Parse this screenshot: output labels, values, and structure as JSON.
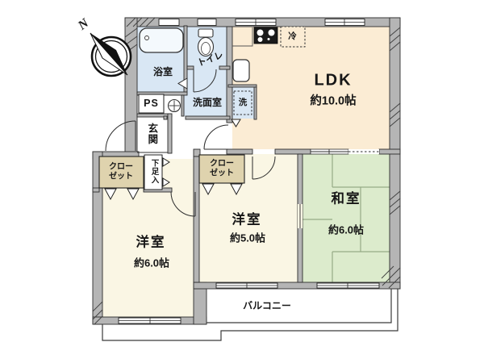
{
  "plan": {
    "compass_north": "N",
    "ldk": {
      "name": "LDK",
      "size": "約10.0帖"
    },
    "western_room_1": {
      "name": "洋室",
      "size": "約6.0帖"
    },
    "western_room_2": {
      "name": "洋室",
      "size": "約5.0帖"
    },
    "japanese_room": {
      "name": "和室",
      "size": "約6.0帖"
    },
    "bathroom": "浴室",
    "toilet": "トイレ",
    "washroom": "洗面室",
    "entrance": "玄関",
    "shoe_storage": "下足入",
    "pipe_space": "PS",
    "closet": {
      "line1": "クロー",
      "line2": "ゼット"
    },
    "washer": "洗",
    "fridge": "冷",
    "balcony": "バルコニー"
  },
  "colors": {
    "ldk_fill": "#fbecd4",
    "western_room_fill": "#faf6e4",
    "japanese_room_fill": "#dcebcc",
    "tatami_line": "#95ab85",
    "wet_area_fill": "#d9e7f4",
    "closet_fill": "#dfd3ae",
    "wall_gray": "#b5b5b5",
    "line_dark": "#2c2c2c"
  }
}
